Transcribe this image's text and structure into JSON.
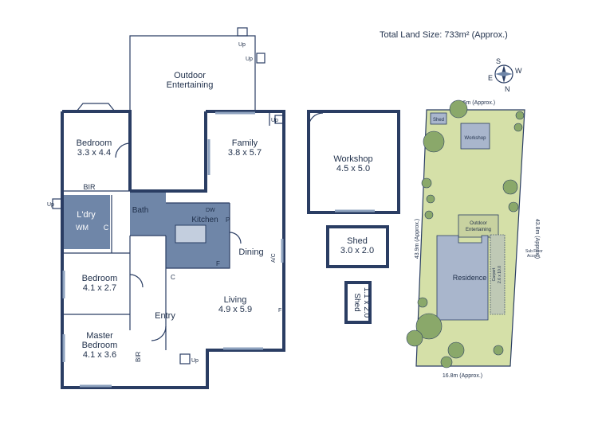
{
  "header": {
    "land_size": "Total Land Size: 733m²  (Approx.)"
  },
  "compass": {
    "n": "N",
    "s": "S",
    "e": "E",
    "w": "W"
  },
  "rooms": {
    "outdoor": "Outdoor",
    "outdoor2": "Entertaining",
    "bedroom1": "Bedroom",
    "bedroom1_dim": "3.3 x 4.4",
    "family": "Family",
    "family_dim": "3.8 x 5.7",
    "bir1": "BIR",
    "ldry": "L'dry",
    "wm": "WM",
    "c1": "C",
    "bath": "Bath",
    "kitchen": "Kitchen",
    "dw": "DW",
    "p": "P",
    "f": "F",
    "dining": "Dining",
    "ac": "A/C",
    "c2": "C",
    "bedroom2": "Bedroom",
    "bedroom2_dim": "4.1 x 2.7",
    "living": "Living",
    "living_dim": "4.9 x 5.9",
    "entry": "Entry",
    "master1": "Master",
    "master2": "Bedroom",
    "master_dim": "4.1 x 3.6",
    "bir2": "BIR",
    "fp": "F"
  },
  "workshop": {
    "name": "Workshop",
    "dim": "4.5 x 5.0"
  },
  "shed1": {
    "name": "Shed",
    "dim": "3.0 x 2.0"
  },
  "shed2": {
    "name": "Shed",
    "dim": "1.1 x 2.0"
  },
  "up_labels": [
    "Up",
    "Up",
    "Up",
    "Up",
    "Up"
  ],
  "site": {
    "top_dim": "16.6m (Approx.)",
    "bottom_dim": "16.8m (Approx.)",
    "left_dim": "43.9m (Approx.)",
    "right_dim": "43.8m (Approx.)",
    "shed": "Shed",
    "workshop": "Workshop",
    "outdoor": "Outdoor",
    "outdoor2": "Entertaining",
    "residence": "Residence",
    "carport": "Carport",
    "carport_dim": "2.6 x 10.0",
    "subfloor1": "Sub Floor",
    "subfloor2": "Access"
  },
  "colors": {
    "wall": "#2a3d63",
    "wet_area": "#6f86a8",
    "lawn": "#d5e0a8",
    "building": "#a9b6cc",
    "text": "#1f2f4a"
  }
}
